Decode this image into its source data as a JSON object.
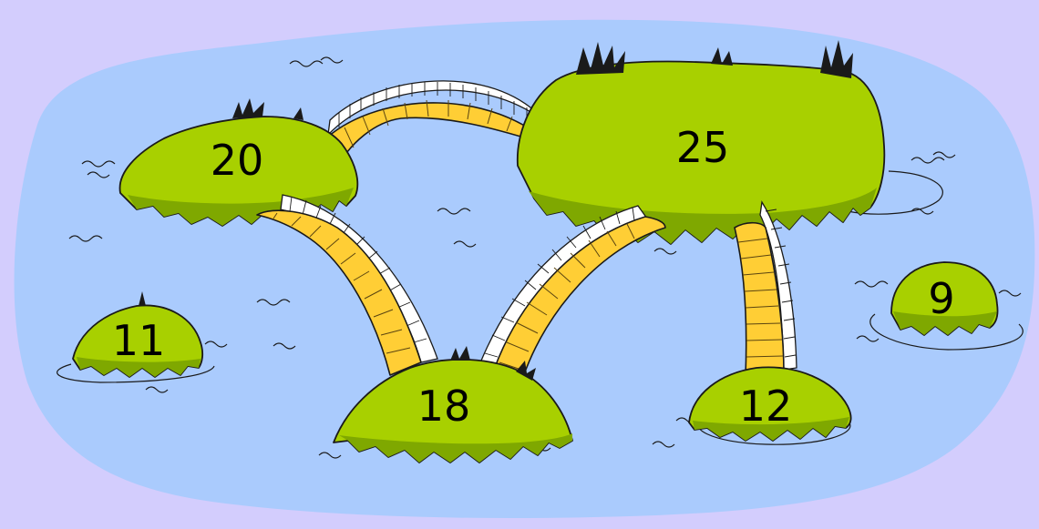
{
  "colors": {
    "background": "#d3cdfd",
    "water": "#aacbfd",
    "island_fill": "#a8d000",
    "island_shade": "#7fa800",
    "bridge_fill": "#ffce35",
    "bridge_side": "#ffffff"
  },
  "islands": [
    {
      "id": "island-20",
      "value": "20"
    },
    {
      "id": "island-25",
      "value": "25"
    },
    {
      "id": "island-11",
      "value": "11"
    },
    {
      "id": "island-18",
      "value": "18"
    },
    {
      "id": "island-12",
      "value": "12"
    },
    {
      "id": "island-9",
      "value": "9"
    }
  ],
  "bridges": [
    {
      "id": "bridge-20-25",
      "from": "20",
      "to": "25"
    },
    {
      "id": "bridge-20-18",
      "from": "20",
      "to": "18"
    },
    {
      "id": "bridge-18-25",
      "from": "18",
      "to": "25"
    },
    {
      "id": "bridge-25-12",
      "from": "25",
      "to": "12"
    }
  ]
}
